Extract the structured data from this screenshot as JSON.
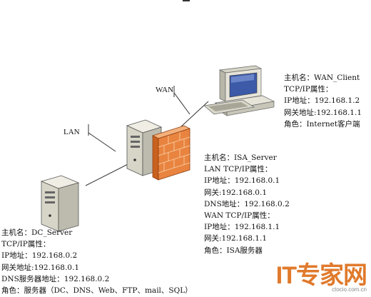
{
  "networks": {
    "wan_label": "WAN",
    "lan_label": "LAN"
  },
  "wan_client": {
    "lines": [
      "主机名：WAN_Client",
      "TCP/IP属性：",
      "IP地址：192.168.1.2",
      "网关地址:192.168.1.1",
      "角色：Internet客户端"
    ]
  },
  "isa_server": {
    "lines": [
      "主机名：ISA_Server",
      "LAN TCP/IP属性：",
      "IP地址：192.168.0.1",
      "网关:192.168.0.1",
      "DNS地址：192.168.0.2",
      "WAN TCP/IP属性：",
      "IP地址：192.168.1.1",
      "网关:192.168.1.1",
      "角色：ISA服务器"
    ]
  },
  "dc_server": {
    "lines": [
      "主机名：DC_Server",
      "TCP/IP属性：",
      "IP地址：192.168.0.2",
      "网关地址:192.168.0.1",
      "DNS服务器地址：192.168.0.2",
      "角色：服务器（DC、DNS、Web、FTP、mail、SQL）"
    ]
  },
  "watermark": {
    "mark": "IT专家网",
    "sub": "ctocio.com.cn"
  },
  "colors": {
    "firewall": "#e8843f",
    "server_body": "#e4e2d6",
    "monitor_screen": "#3c5aa8"
  }
}
